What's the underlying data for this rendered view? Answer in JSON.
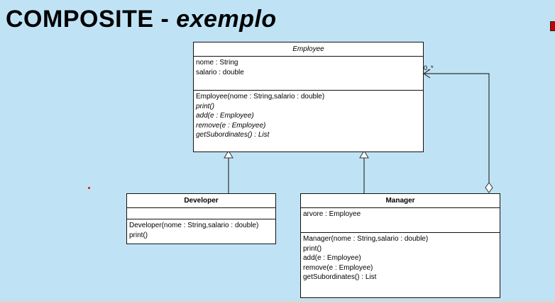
{
  "slide": {
    "title_main": "COMPOSITE - ",
    "title_em": "exemplo"
  },
  "employee": {
    "name": "Employee",
    "attributes": [
      "nome : String",
      "salario : double"
    ],
    "operations": [
      {
        "text": "Employee(nome : String,salario : double)",
        "italic": false
      },
      {
        "text": "print()",
        "italic": true
      },
      {
        "text": "add(e : Employee)",
        "italic": true
      },
      {
        "text": "remove(e : Employee)",
        "italic": true
      },
      {
        "text": "getSubordinates() : List",
        "italic": true
      }
    ]
  },
  "developer": {
    "name": "Developer",
    "attributes": [],
    "operations": [
      "Developer(nome : String,salario : double)",
      "print()"
    ]
  },
  "manager": {
    "name": "Manager",
    "attributes": [
      "arvore : Employee"
    ],
    "operations": [
      "Manager(nome : String,salario : double)",
      "print()",
      "add(e : Employee)",
      "remove(e : Employee)",
      "getSubordinates() : List"
    ]
  },
  "association": {
    "multiplicity": "0..*"
  }
}
